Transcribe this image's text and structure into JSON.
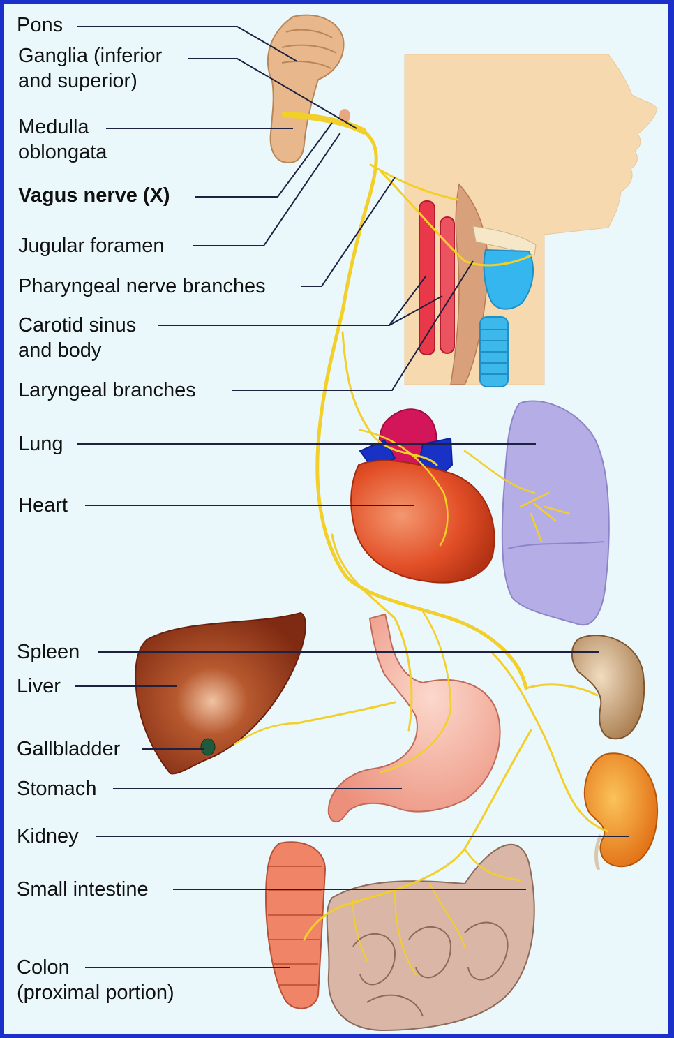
{
  "labels": {
    "pons": "Pons",
    "ganglia_1": "Ganglia (inferior",
    "ganglia_2": "and superior)",
    "medulla_1": "Medulla",
    "medulla_2": "oblongata",
    "vagus": "Vagus nerve (X)",
    "jugular": "Jugular foramen",
    "pharyngeal": "Pharyngeal nerve branches",
    "carotid_1": "Carotid sinus",
    "carotid_2": "and body",
    "laryngeal": "Laryngeal branches",
    "lung": "Lung",
    "heart": "Heart",
    "spleen": "Spleen",
    "liver": "Liver",
    "gallbladder": "Gallbladder",
    "stomach": "Stomach",
    "kidney": "Kidney",
    "small_intestine": "Small intestine",
    "colon_1": "Colon",
    "colon_2": "(proximal portion)"
  },
  "colors": {
    "border": "#1b2fc9",
    "background": "#eaf8fb",
    "nerve": "#f2cf2a",
    "leader": "#1e2140",
    "skin": "#f6d9ae",
    "artery": "#e8384a",
    "larynx": "#35b6ee",
    "lung": "#b5aee6",
    "heart": "#e9582f",
    "liver": "#9e3a1c",
    "stomach": "#f1a090",
    "spleen": "#c29a6a",
    "kidney": "#ef8a22",
    "intestine": "#d9b6a5",
    "colon": "#f08466"
  }
}
